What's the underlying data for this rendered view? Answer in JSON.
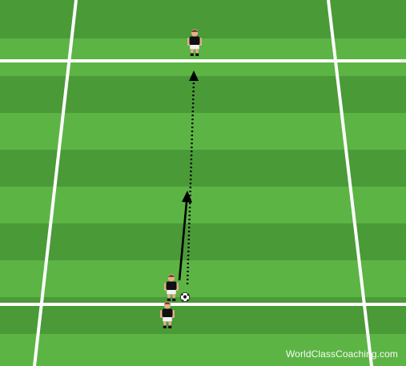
{
  "watermark": "WorldClassCoaching.com",
  "colors": {
    "pitch_light": "#5cb445",
    "pitch_dark": "#4a9a38",
    "lines": "#ffffff",
    "player_kit": "#111111",
    "player_shorts": "#f2f2f2",
    "player_skin": "#e5b08a",
    "arrow": "#000000"
  },
  "scene": {
    "players": [
      {
        "role": "receiver",
        "facing": "down"
      },
      {
        "role": "passer",
        "facing": "up"
      },
      {
        "role": "waiting-player",
        "facing": "up"
      }
    ],
    "ball": {
      "type": "soccer-ball"
    },
    "arrows": [
      {
        "type": "pass",
        "style": "dotted"
      },
      {
        "type": "run",
        "style": "solid"
      }
    ]
  }
}
